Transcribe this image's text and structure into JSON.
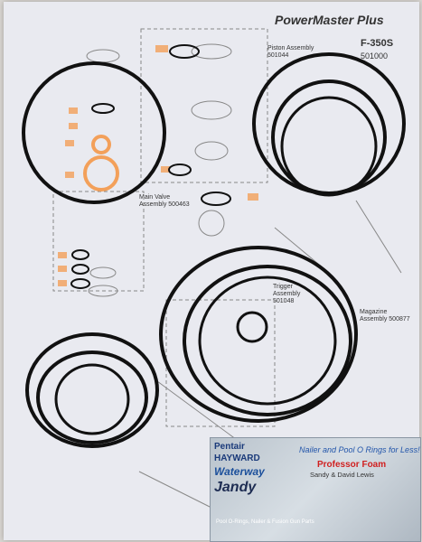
{
  "header": {
    "title": "PowerMaster Plus",
    "model": "F-350S",
    "model_number": "501000"
  },
  "assemblies": {
    "piston": "Piston Assembly 501044",
    "main_valve": "Main Valve Assembly 500463",
    "trigger": "Trigger Assembly 501048",
    "magazine": "Magazine Assembly 500877"
  },
  "card": {
    "brands": [
      "Pentair",
      "HAYWARD",
      "Waterway",
      "Jandy"
    ],
    "tagline": "Nailer and Pool O Rings for Less!",
    "company": "Professor Foam",
    "names": "Sandy & David Lewis",
    "footer": "Pool O-Rings, Nailer & Fusion Gun Parts"
  },
  "colors": {
    "ring": "#111111",
    "highlight": "#f3a05a",
    "card_text": "#2255aa"
  }
}
